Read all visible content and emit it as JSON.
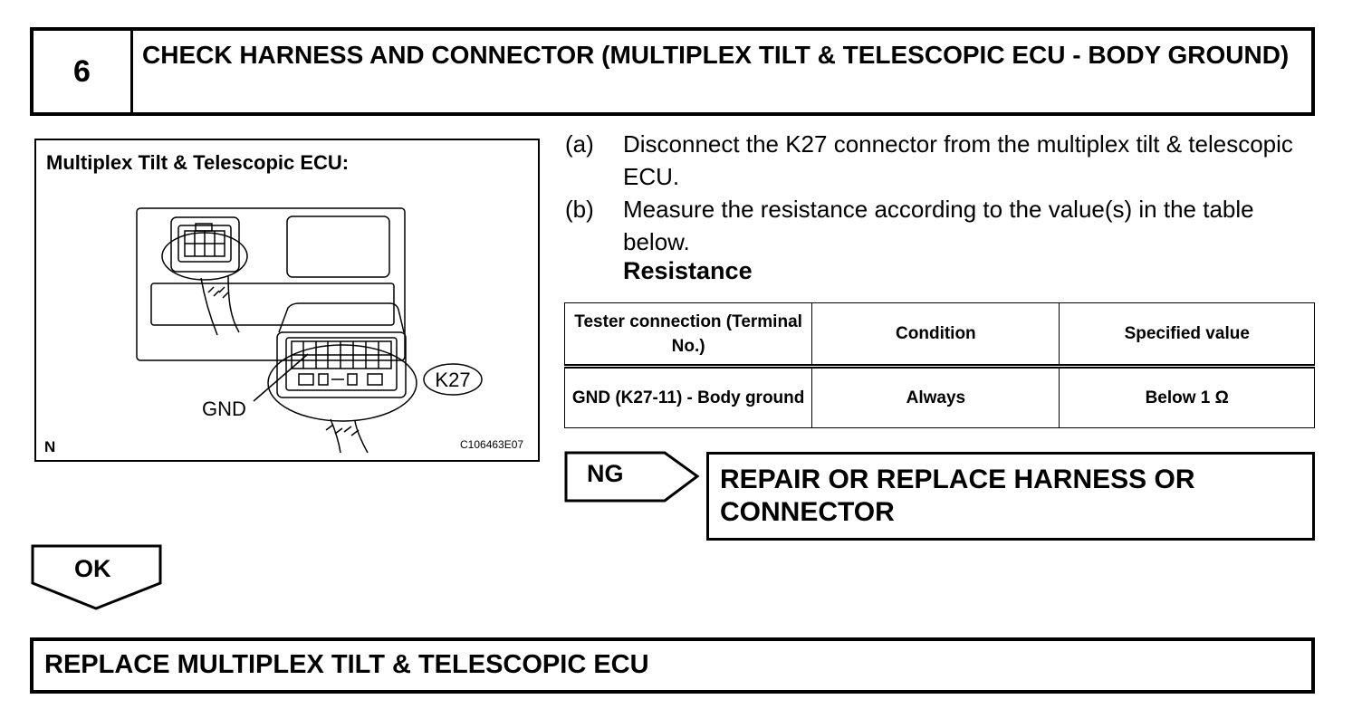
{
  "header": {
    "step_number": "6",
    "title": "CHECK HARNESS AND CONNECTOR (MULTIPLEX TILT & TELESCOPIC ECU - BODY GROUND)"
  },
  "figure": {
    "title": "Multiplex Tilt & Telescopic ECU:",
    "gnd_label": "GND",
    "connector_label": "K27",
    "corner_letter": "N",
    "figure_code": "C106463E07"
  },
  "instructions": [
    {
      "label": "(a)",
      "text": "Disconnect the K27 connector from the multiplex tilt & telescopic ECU."
    },
    {
      "label": "(b)",
      "text": "Measure the resistance according to the value(s) in the table below."
    }
  ],
  "resistance_title": "Resistance",
  "table": {
    "headers": [
      "Tester connection (Terminal No.)",
      "Condition",
      "Specified value"
    ],
    "rows": [
      [
        "GND (K27-11) - Body ground",
        "Always",
        "Below 1 Ω"
      ]
    ]
  },
  "ng": {
    "label": "NG",
    "action": "REPAIR OR REPLACE HARNESS OR CONNECTOR"
  },
  "ok": {
    "label": "OK"
  },
  "result": {
    "text": "REPLACE MULTIPLEX TILT & TELESCOPIC ECU"
  }
}
